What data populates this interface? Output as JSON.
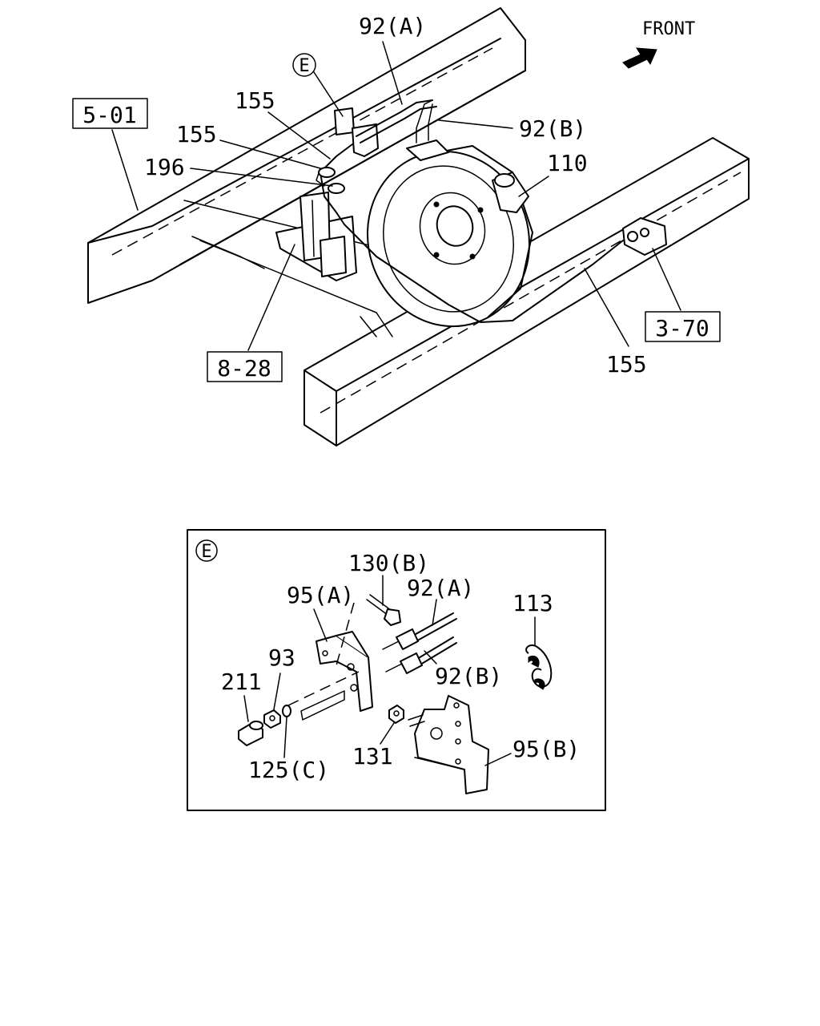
{
  "main_view": {
    "front_label": "FRONT",
    "detail_marker": "E",
    "refs": {
      "ref_5_01": "5-01",
      "ref_8_28": "8-28",
      "ref_3_70": "3-70"
    },
    "callouts": {
      "c_92a": "92(A)",
      "c_92b": "92(B)",
      "c_155_a": "155",
      "c_155_b": "155",
      "c_155_c": "155",
      "c_196": "196",
      "c_110": "110"
    }
  },
  "detail_e": {
    "marker": "E",
    "callouts": {
      "c_130b": "130(B)",
      "c_95a": "95(A)",
      "c_92a": "92(A)",
      "c_113": "113",
      "c_93": "93",
      "c_211": "211",
      "c_92b": "92(B)",
      "c_125c": "125(C)",
      "c_131": "131",
      "c_95b": "95(B)"
    }
  }
}
